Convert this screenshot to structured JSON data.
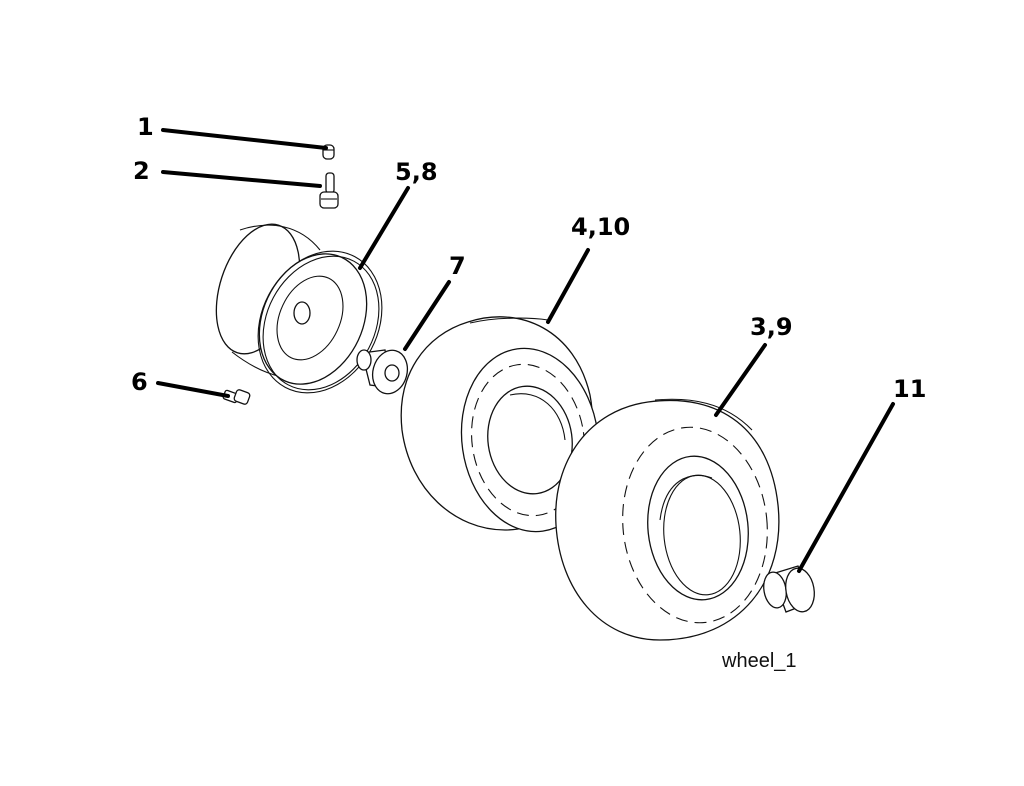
{
  "callouts": {
    "c1": "1",
    "c2": "2",
    "c3_9": "3,9",
    "c4_10": "4,10",
    "c5_8": "5,8",
    "c6": "6",
    "c7": "7",
    "c11": "11"
  },
  "caption": "wheel_1"
}
